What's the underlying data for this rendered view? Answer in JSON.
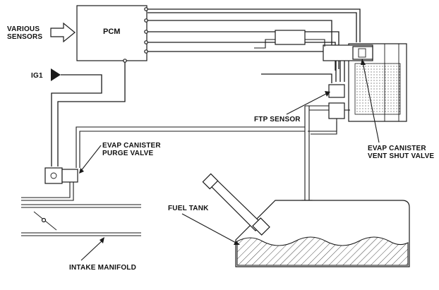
{
  "labels": {
    "various_sensors_line1": "VARIOUS",
    "various_sensors_line2": "SENSORS",
    "pcm": "PCM",
    "ig1": "IG1",
    "ftp_sensor": "FTP SENSOR",
    "purge_valve_line1": "EVAP CANISTER",
    "purge_valve_line2": "PURGE VALVE",
    "vent_valve_line1": "EVAP CANISTER",
    "vent_valve_line2": "VENT SHUT VALVE",
    "fuel_tank": "FUEL TANK",
    "intake_manifold": "INTAKE MANIFOLD"
  },
  "colors": {
    "line": "#1a1a1a",
    "background": "#ffffff"
  }
}
